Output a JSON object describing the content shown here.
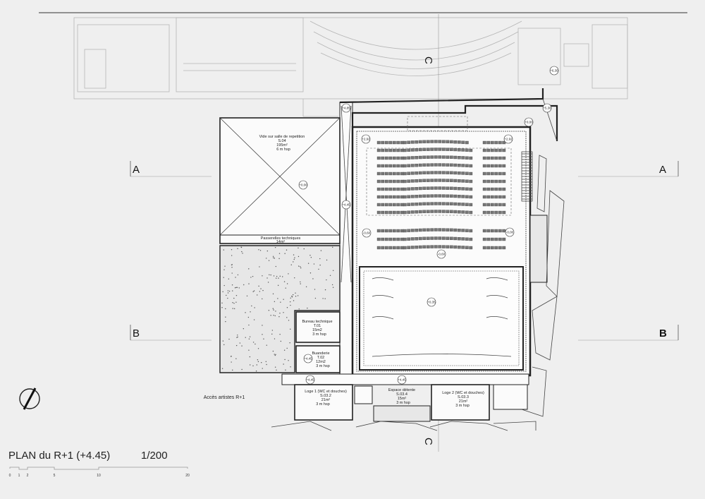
{
  "title": "PLAN du R+1 (+4.45)",
  "scale": "1/200",
  "scale_ticks": [
    "0",
    "1",
    "2",
    "5",
    "10",
    "20"
  ],
  "section_markers": {
    "a_left": "A",
    "a_right": "A",
    "b_left": "B",
    "b_right": "B",
    "c_top": "C",
    "c_bottom": "C"
  },
  "rooms": {
    "vide": {
      "name": "Vide sur salle de repetition",
      "code": "S.04",
      "area": "195m²",
      "height": "6 m hsp"
    },
    "passerelles": {
      "name": "Passerelles techniques",
      "area": "14m²"
    },
    "bureau": {
      "name": "Bureau technique",
      "code": "T.01",
      "area": "15m2",
      "height": "3 m hsp"
    },
    "buanderie": {
      "name": "Buanderie",
      "code": "T.02",
      "area": "12m2",
      "height": "3 m hsp"
    },
    "loge1": {
      "name": "Loge 1 (WC et douches)",
      "code": "S.03.2",
      "area": "21m²",
      "height": "3 m hsp"
    },
    "detente": {
      "name": "Espace détente",
      "code": "S.03.4",
      "area": "15m²",
      "height": "3 m hsp"
    },
    "loge2": {
      "name": "Loge 2 (WC et douches)",
      "code": "S.03.3",
      "area": "21m²",
      "height": "3 m hsp"
    }
  },
  "acces_label": "Accès artistes R+1",
  "levels": {
    "vide": "+0,00",
    "corridor": "+4,45",
    "top_left": "+4,85",
    "top_right": "+5,30",
    "upper_right": "+6,30",
    "foyer": "+0,00",
    "balcony_left": "+2,92",
    "balcony_right": "+2,92",
    "mid_left": "-0,60",
    "mid_right": "-0,00",
    "front": "-0,60",
    "stage": "+0,35",
    "buanderie": "+4,45",
    "bottom_left": "+4,45",
    "bottom_mid": "+4,45"
  }
}
